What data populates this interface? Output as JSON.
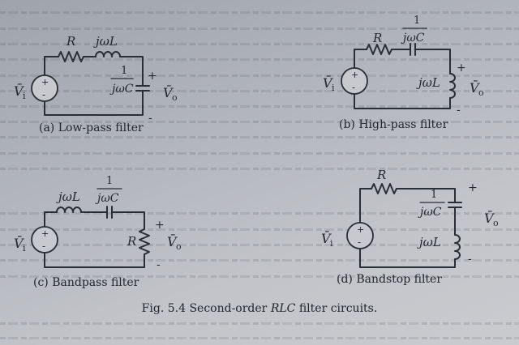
{
  "figure": {
    "label": "Fig. 5.4",
    "text_before": " Second-order ",
    "text_italic": "RLC",
    "text_after": " filter circuits."
  },
  "symbols": {
    "resistor": "R",
    "inductor": "jωL",
    "cap_num": "1",
    "cap_den": "jωC",
    "vin": "V̄",
    "vin_sub": "i",
    "vout": "V̄",
    "vout_sub": "o",
    "plus": "+",
    "minus": "-"
  },
  "circuits": [
    {
      "id": "a",
      "caption": "(a)  Low-pass filter"
    },
    {
      "id": "b",
      "caption": "(b)  High-pass filter"
    },
    {
      "id": "c",
      "caption": "(c)  Bandpass filter"
    },
    {
      "id": "d",
      "caption": "(d)  Bandstop filter"
    }
  ]
}
